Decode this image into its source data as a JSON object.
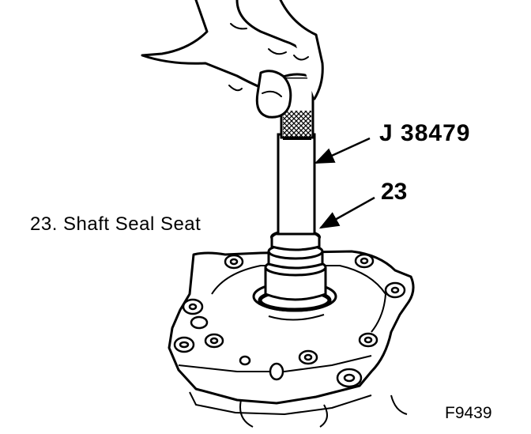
{
  "callouts": {
    "tool_number": "J 38479",
    "part_number": "23"
  },
  "legend": {
    "entry": "23. Shaft Seal Seat"
  },
  "figure_id": "F9439",
  "colors": {
    "ink": "#000000",
    "paper": "#ffffff"
  }
}
